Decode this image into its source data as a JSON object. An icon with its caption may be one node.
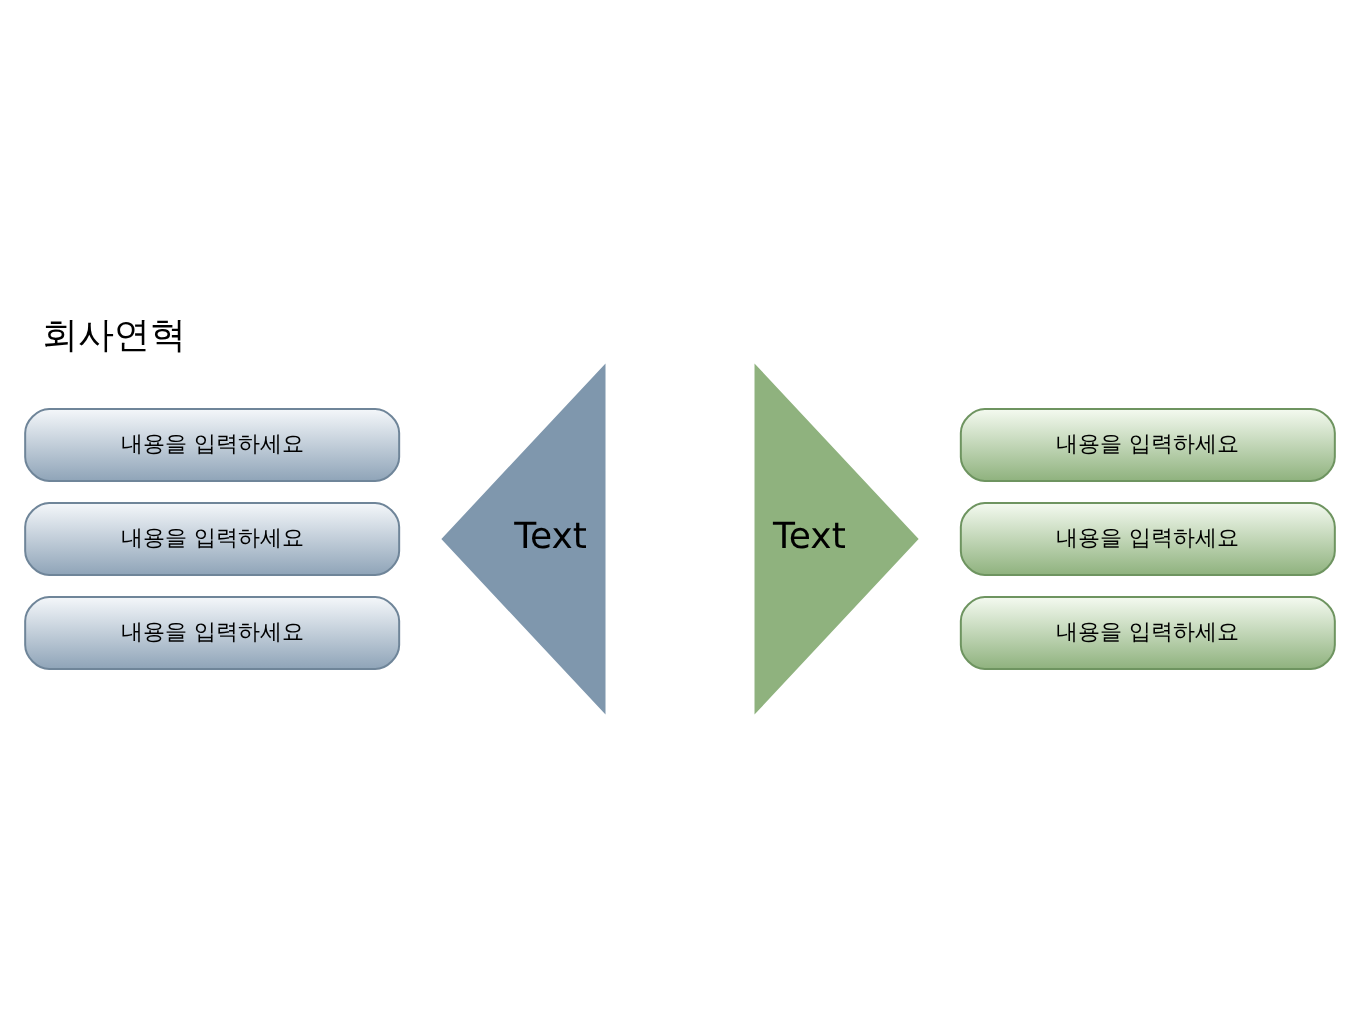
{
  "diagram": {
    "title": "회사연혁",
    "nodes": [
      {
        "text": [
          "내용을 입력하세요"
        ]
      },
      {
        "text": [
          "내용을 입력하세요"
        ]
      },
      {
        "text": [
          "내용을 입력하세요"
        ]
      },
      {
        "text": [
          "Text"
        ]
      },
      {
        "text": [
          "Text"
        ]
      },
      {
        "text": [
          "내용을 입력하세요"
        ]
      },
      {
        "text": [
          "내용을 입력하세요"
        ]
      },
      {
        "text": [
          "내용을 입력하세요"
        ]
      }
    ],
    "edges": []
  }
}
